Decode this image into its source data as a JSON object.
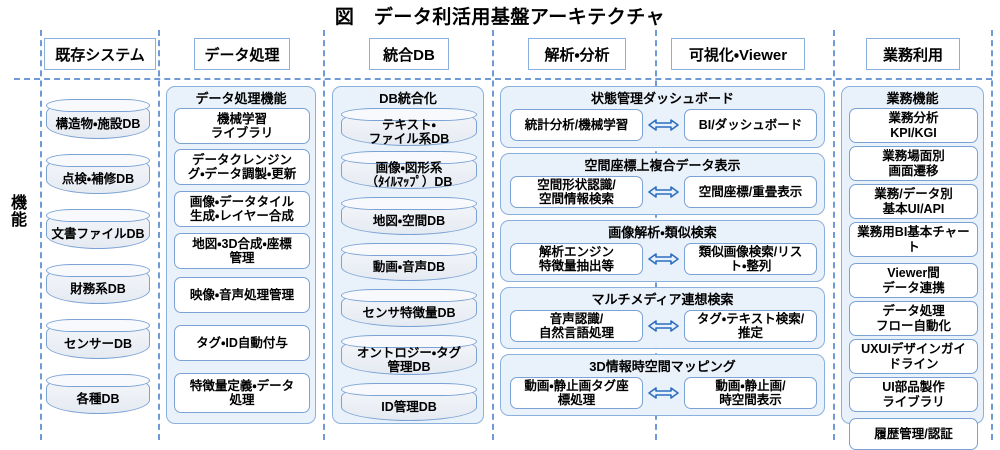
{
  "title": "図　データ利活用基盤アーキテクチャ",
  "side_label": "機能",
  "colors": {
    "accent_line": "#6f9ad6",
    "box_border": "#7ba2d4",
    "group_fill": "#e9f1fa",
    "chip_border": "#8ab0dd",
    "arrow": "#2e6fc0",
    "text": "#000000"
  },
  "columns": [
    {
      "id": "existing-system",
      "label": "既存システム"
    },
    {
      "id": "data-processing",
      "label": "データ処理"
    },
    {
      "id": "integrated-db",
      "label": "統合DB"
    },
    {
      "id": "analysis",
      "label": "解析・分析"
    },
    {
      "id": "visualization",
      "label": "可視化・Viewer"
    },
    {
      "id": "business-use",
      "label": "業務利用"
    }
  ],
  "existing_system": {
    "databases": [
      "構造物・施設DB",
      "点検・補修DB",
      "文書ファイルDB",
      "財務系DB",
      "センサーDB",
      "各種DB"
    ]
  },
  "data_processing": {
    "group_title": "データ処理機能",
    "items": [
      "機械学習\nライブラリ",
      "データクレンジン\nグ・データ調製・更新",
      "画像・データタイル\n生成・レイヤー合成",
      "地図・3D合成・座標\n管理",
      "映像・音声処理管理",
      "タグ・ID自動付与",
      "特徴量定義・データ\n処理"
    ]
  },
  "integrated_db": {
    "group_title": "DB統合化",
    "items": [
      "テキスト・\nファイル系DB",
      "画像・図形系\n（ﾀｲﾙﾏｯﾌﾟ）DB",
      "地図・空間DB",
      "動画・音声DB",
      "センサ特徴量DB",
      "オントロジー・タグ\n管理DB",
      "ID管理DB"
    ]
  },
  "analysis_visualization": {
    "groups": [
      {
        "title": "状態管理ダッシュボード",
        "left": "統計分析/機械学習",
        "right": "BI/ダッシュボード",
        "link": "double-arrow"
      },
      {
        "title": "空間座標上複合データ表示",
        "left": "空間形状認識/\n空間情報検索",
        "right": "空間座標/重畳表示",
        "link": "double-arrow"
      },
      {
        "title": "画像解析・類似検索",
        "left": "解析エンジン\n特徴量抽出等",
        "right": "類似画像検索/リス\nト・整列",
        "link": "double-arrow"
      },
      {
        "title": "マルチメディア連想検索",
        "left": "音声認識/\n自然言語処理",
        "right": "タグ・テキスト検索/\n推定",
        "link": "double-arrow"
      },
      {
        "title": "3D情報時空間マッピング",
        "left": "動画・静止画タグ座\n標処理",
        "right": "動画・静止画/\n時空間表示",
        "link": "double-arrow"
      }
    ]
  },
  "business_use": {
    "group_title": "業務機能",
    "items": [
      "業務分析\nKPI/KGI",
      "業務場面別\n画面遷移",
      "業務/データ別\n基本UI/API",
      "業務用BI基本チャー\nト",
      "Viewer間\nデータ連携",
      "データ処理\nフロー自動化",
      "UXUIデザインガイ\nドライン",
      "UI部品製作\nライブラリ",
      "履歴管理/認証"
    ]
  }
}
